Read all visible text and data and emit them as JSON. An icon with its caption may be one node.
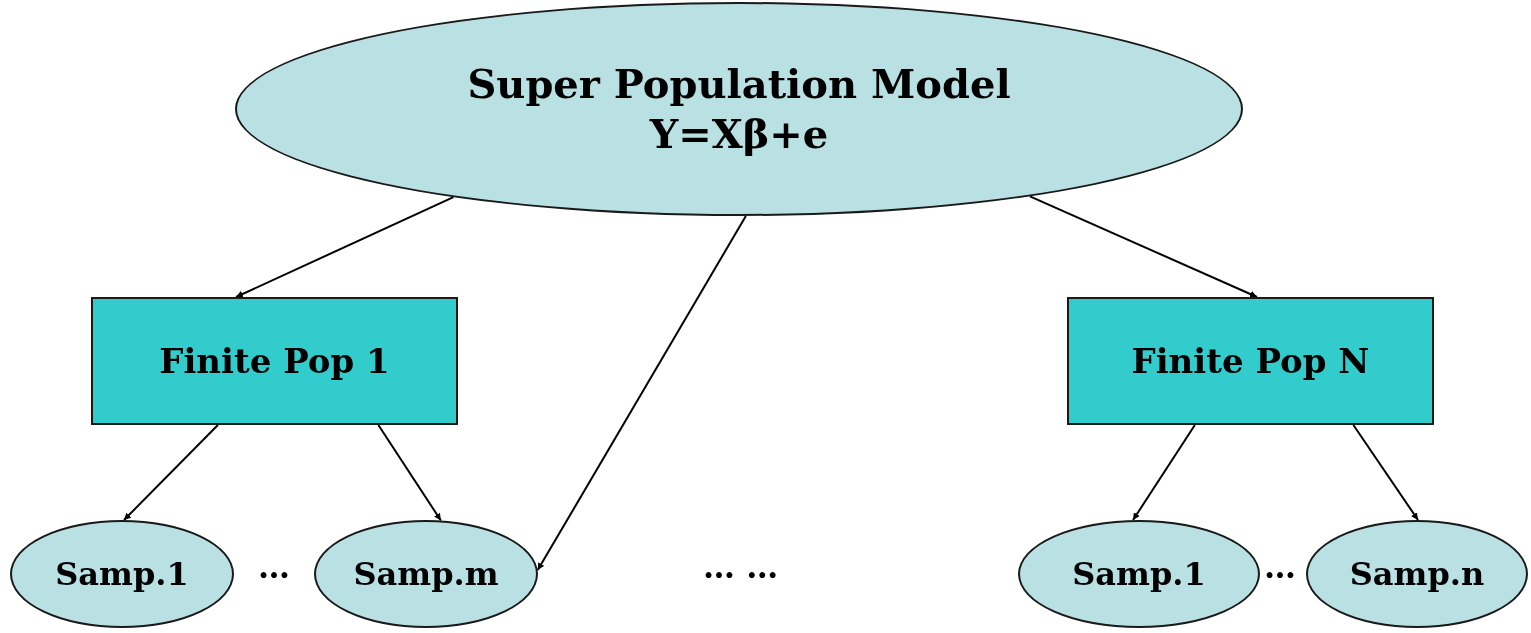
{
  "diagram": {
    "nodes": [
      {
        "text": [
          "Super Population Model",
          "Y=Xβ+e"
        ]
      },
      {
        "text": [
          "Finite Pop 1"
        ]
      },
      {
        "text": [
          "Finite Pop N"
        ]
      },
      {
        "text": [
          "Samp.1"
        ]
      },
      {
        "text": [
          "Samp.m"
        ]
      },
      {
        "text": [
          "Samp.1"
        ]
      },
      {
        "text": [
          "Samp.n"
        ]
      }
    ],
    "edges": [
      {
        "from": 0,
        "to": 1,
        "arrow": "to"
      },
      {
        "from": 0,
        "to": 4,
        "arrow": "to"
      },
      {
        "from": 0,
        "to": 2,
        "arrow": "to"
      },
      {
        "from": 1,
        "to": 3,
        "arrow": "to"
      },
      {
        "from": 1,
        "to": 4,
        "arrow": "to"
      },
      {
        "from": 2,
        "to": 5,
        "arrow": "to"
      },
      {
        "from": 2,
        "to": 6,
        "arrow": "to"
      }
    ],
    "labels": [
      "…",
      "… …",
      "…"
    ]
  }
}
